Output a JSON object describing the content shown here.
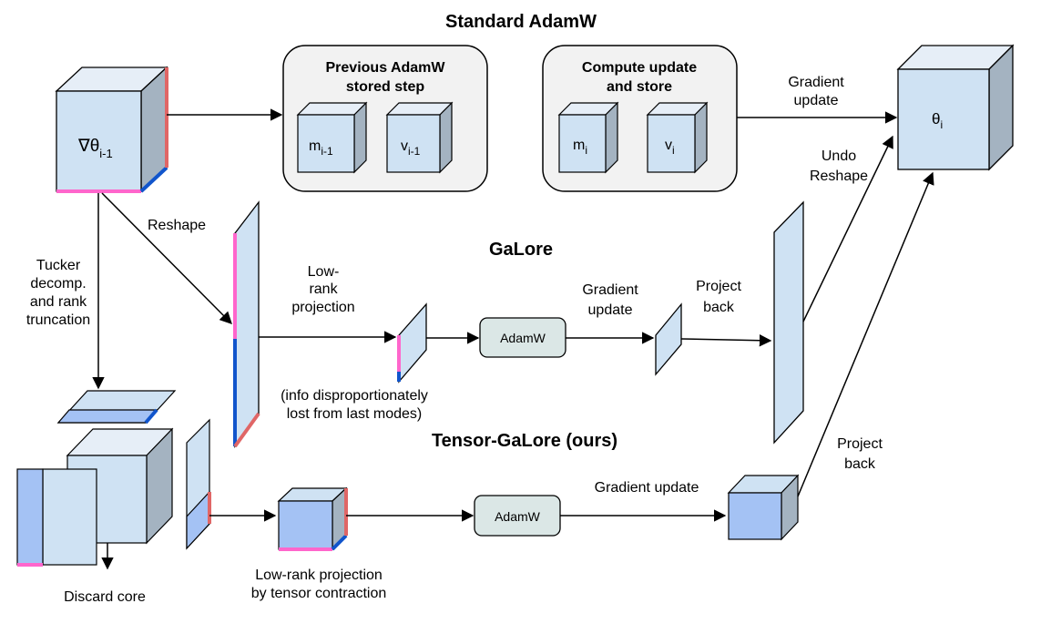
{
  "titles": {
    "standard": "Standard AdamW",
    "galore": "GaLore",
    "tensor_galore": "Tensor-GaLore (ours)"
  },
  "boxes": {
    "previous_step": [
      "Previous AdamW",
      "stored step"
    ],
    "compute_update": [
      "Compute update",
      "and store"
    ]
  },
  "symbols": {
    "grad_prev": {
      "base": "∇θ",
      "sub": "i-1"
    },
    "m_prev": {
      "base": "m",
      "sub": "i-1"
    },
    "v_prev": {
      "base": "v",
      "sub": "i-1"
    },
    "m_curr": {
      "base": "m",
      "sub": "i"
    },
    "v_curr": {
      "base": "v",
      "sub": "i"
    },
    "theta": {
      "base": "θ",
      "sub": "i"
    }
  },
  "labels": {
    "gradient_update_top": [
      "Gradient",
      "update"
    ],
    "undo_reshape": [
      "Undo",
      "Reshape"
    ],
    "reshape": "Reshape",
    "tucker": [
      "Tucker",
      "decomp.",
      "and rank",
      "truncation"
    ],
    "low_rank_projection": [
      "Low-",
      "rank",
      "projection"
    ],
    "info_lost": [
      "(info disproportionately",
      "lost from last modes)"
    ],
    "gradient_update_mid": [
      "Gradient",
      "update"
    ],
    "project_back_mid": [
      "Project",
      "back"
    ],
    "project_back_right": [
      "Project",
      "back"
    ],
    "gradient_update_bottom": "Gradient update",
    "tensor_projection": [
      "Low-rank projection",
      "by tensor contraction"
    ],
    "discard_core": "Discard core"
  },
  "adamw": {
    "galore": "AdamW",
    "tensor": "AdamW"
  },
  "colors": {
    "light_face": "#cfe2f3",
    "side_face": "#a4b3c1",
    "top_face": "#e6eef7",
    "blue_face": "#a4c2f4",
    "pink_edge": "#ff66cc",
    "blue_edge": "#1155cc",
    "red_edge": "#e06666",
    "box_fill": "#f2f2f2",
    "adamw_fill": "#dbe7e6"
  }
}
